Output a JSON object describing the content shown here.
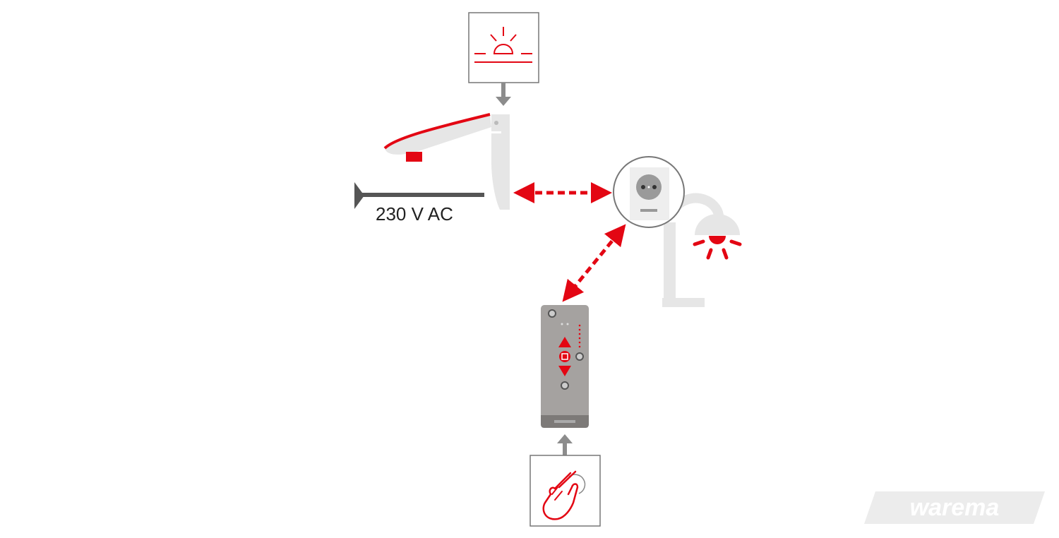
{
  "diagram": {
    "power_label": "230 V AC",
    "logo_text": "warema",
    "nodes": [
      {
        "id": "sun-sensor",
        "icon": "sun-icon"
      },
      {
        "id": "awning-drive",
        "icon": "awning-icon"
      },
      {
        "id": "socket-actuator",
        "icon": "power-socket-icon"
      },
      {
        "id": "lamp",
        "icon": "lamp-icon"
      },
      {
        "id": "remote-control",
        "icon": "remote-control-icon"
      },
      {
        "id": "manual-input",
        "icon": "hand-press-icon"
      }
    ],
    "colors": {
      "accent": "#e30613",
      "gray": "#8c8c8c",
      "light_gray": "#e2e2e2",
      "dark": "#555555"
    }
  }
}
